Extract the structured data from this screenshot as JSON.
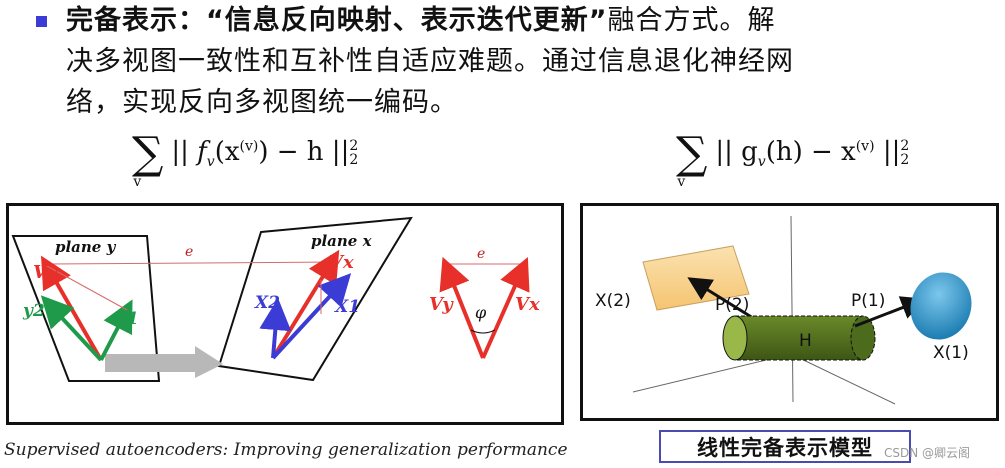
{
  "paragraph": {
    "bold_part": "完备表示：“信息反向映射、表示迭代更新”",
    "line1_rest": "融合方式。解",
    "line2": "决多视图一致性和互补性自适应难题。通过信息退化神经网",
    "line3": "络，实现反向多视图统一编码。"
  },
  "formula_left": {
    "sum": "∑",
    "sub": "v",
    "body_a": "|| ",
    "f": "f",
    "fsub": "v",
    "body_b": "(x",
    "sup": "(v)",
    "body_c": ") − h ||",
    "norm_sup": "2",
    "norm_sub": "2"
  },
  "formula_right": {
    "sum": "∑",
    "sub": "v",
    "body_a": "|| g",
    "gsub": "v",
    "body_b": "(h) − x",
    "sup": "(v)",
    "body_c": " ||",
    "norm_sup": "2",
    "norm_sub": "2"
  },
  "left_diagram": {
    "plane_y": "plane y",
    "plane_x": "plane x",
    "e_label": "e",
    "vy": "Vy",
    "vx": "Vx",
    "y1": "y1",
    "y2": "y2",
    "x1": "X1",
    "x2": "X2",
    "phi": "φ"
  },
  "right_diagram": {
    "x2": "X(2)",
    "p2": "P(2)",
    "p1": "P(1)",
    "h": "H",
    "x1": "X(1)"
  },
  "caption": "Supervised autoencoders: Improving generalization performance",
  "model_label": "线性完备表示模型",
  "watermark": "CSDN @卿云阁",
  "colors": {
    "red": "#e8302a",
    "green": "#1f9a4a",
    "blue": "#3b3bd6",
    "box_fill": "#f8d292",
    "sphere": "#2a8fc4",
    "cylinder": "#4d6b1c"
  }
}
